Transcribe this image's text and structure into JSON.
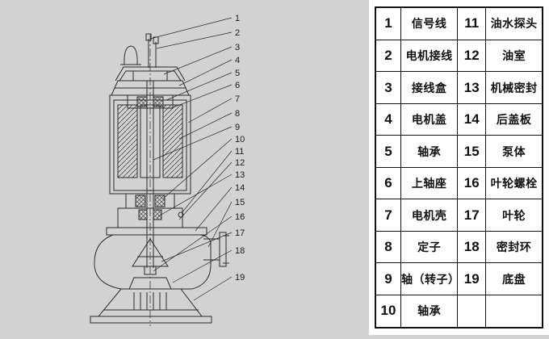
{
  "page": {
    "background": "#d2d2d2",
    "line_color": "#2b2b2b"
  },
  "diagram": {
    "description": "submersible-pump-cross-section",
    "callouts": [
      "1",
      "2",
      "3",
      "4",
      "5",
      "6",
      "7",
      "8",
      "9",
      "10",
      "11",
      "12",
      "13",
      "14",
      "15",
      "16",
      "17",
      "18",
      "19"
    ]
  },
  "table": {
    "rows": [
      {
        "c0": "1",
        "c1": "信号线",
        "c2": "11",
        "c3": "油水探头"
      },
      {
        "c0": "2",
        "c1": "电机接线",
        "c2": "12",
        "c3": "油室"
      },
      {
        "c0": "3",
        "c1": "接线盒",
        "c2": "13",
        "c3": "机械密封"
      },
      {
        "c0": "4",
        "c1": "电机盖",
        "c2": "14",
        "c3": "后盖板"
      },
      {
        "c0": "5",
        "c1": "轴承",
        "c2": "15",
        "c3": "泵体"
      },
      {
        "c0": "6",
        "c1": "上轴座",
        "c2": "16",
        "c3": "叶轮螺栓"
      },
      {
        "c0": "7",
        "c1": "电机壳",
        "c2": "17",
        "c3": "叶轮"
      },
      {
        "c0": "8",
        "c1": "定子",
        "c2": "18",
        "c3": "密封环"
      },
      {
        "c0": "9",
        "c1": "轴（转子）",
        "c2": "19",
        "c3": "底盘"
      },
      {
        "c0": "10",
        "c1": "轴承",
        "c2": "",
        "c3": ""
      }
    ]
  }
}
